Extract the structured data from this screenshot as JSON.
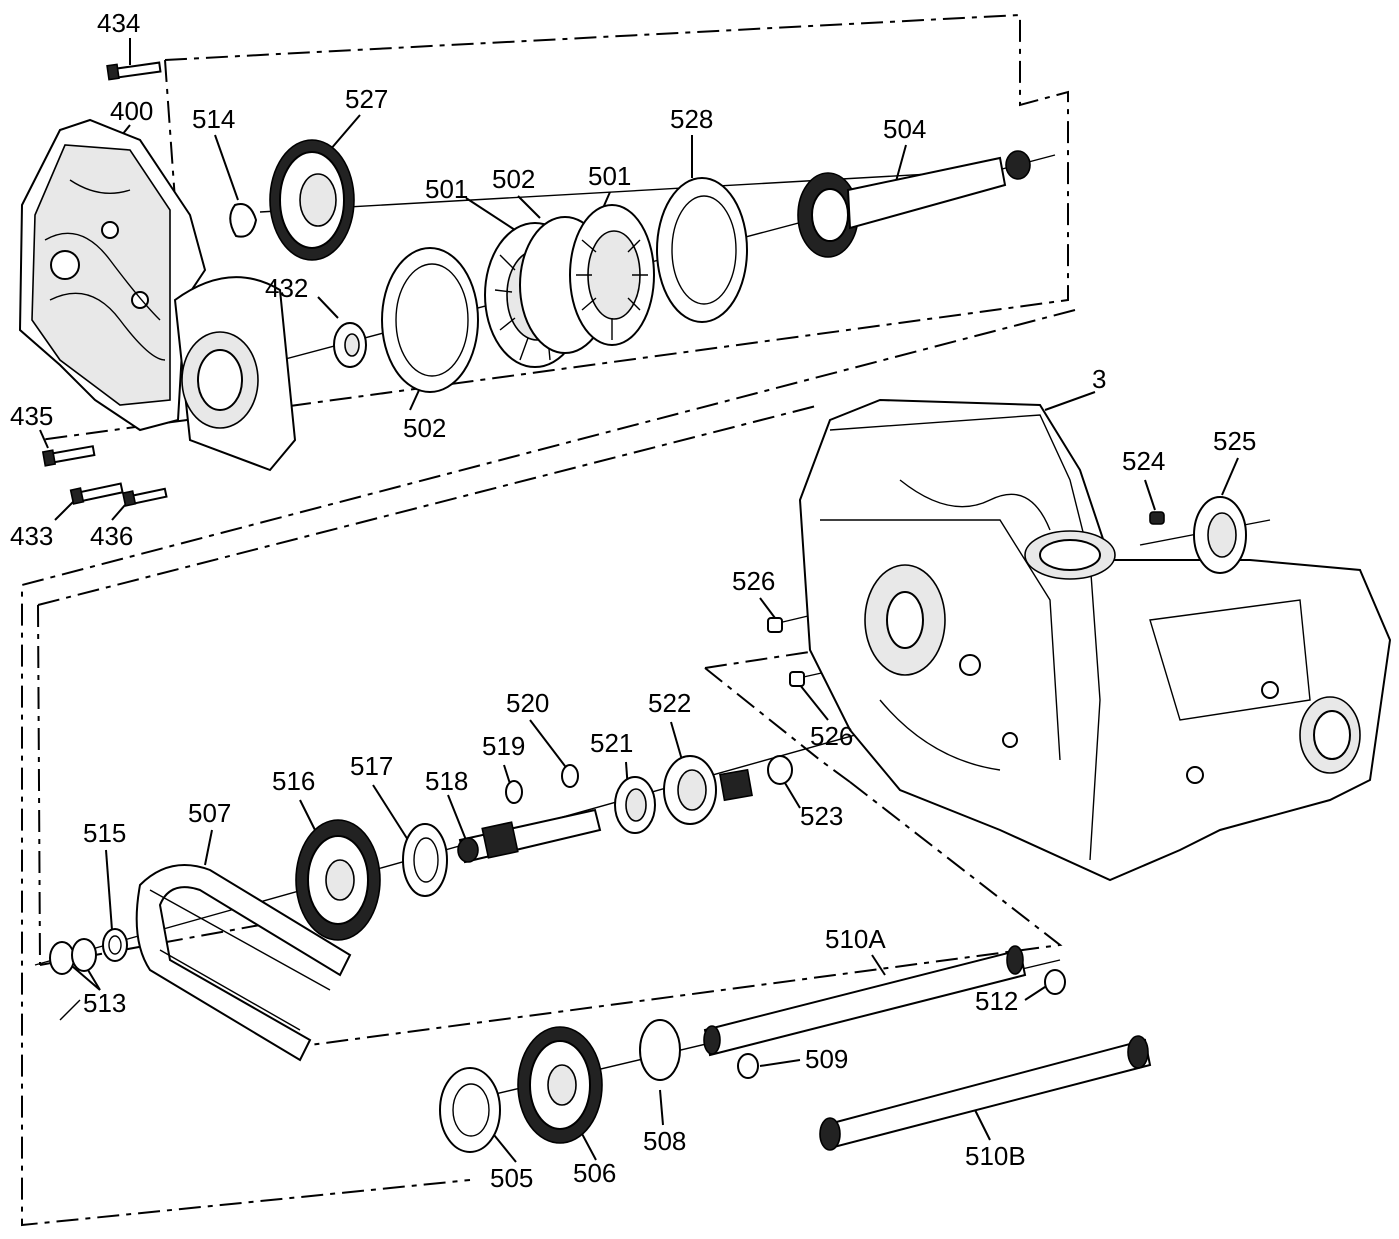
{
  "labels": {
    "l434": "434",
    "l400": "400",
    "l514": "514",
    "l527": "527",
    "l528": "528",
    "l504": "504",
    "l501a": "501",
    "l502a": "502",
    "l501b": "501",
    "l432": "432",
    "l502b": "502",
    "l435": "435",
    "l433": "433",
    "l436": "436",
    "l3": "3",
    "l524": "524",
    "l525": "525",
    "l526a": "526",
    "l526b": "526",
    "l520": "520",
    "l522": "522",
    "l519": "519",
    "l521": "521",
    "l516": "516",
    "l517": "517",
    "l518": "518",
    "l507": "507",
    "l515": "515",
    "l523": "523",
    "l513": "513",
    "l510A": "510A",
    "l512": "512",
    "l509": "509",
    "l508": "508",
    "l505": "505",
    "l506": "506",
    "l510B": "510B"
  },
  "colors": {
    "line": "#000000",
    "background": "#ffffff"
  }
}
